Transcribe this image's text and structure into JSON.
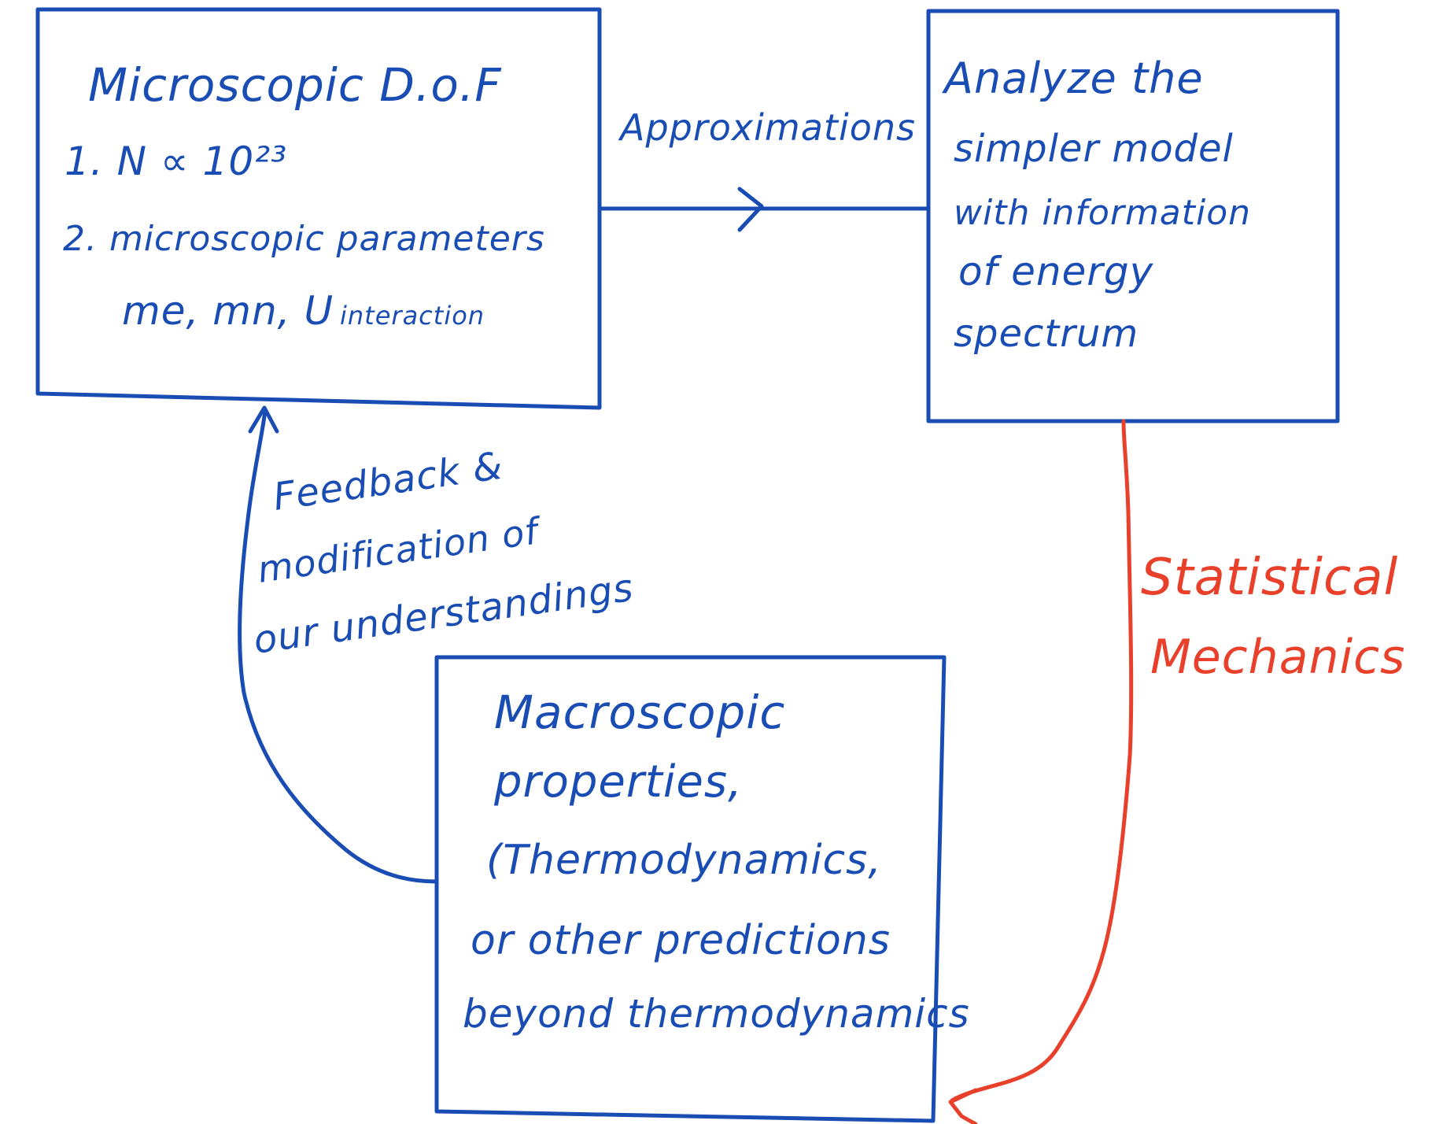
{
  "colors": {
    "ink_blue": "#1a4db3",
    "ink_red": "#e8402a",
    "background": "#ffffff"
  },
  "nodes": {
    "microscopic": {
      "title": "Microscopic D.o.F",
      "lines": [
        "1. N ∝ 10²³",
        "2. microscopic parameters",
        "me, mn, U",
        "interaction"
      ]
    },
    "simpler_model": {
      "lines": [
        "Analyze the",
        "simpler model",
        "with information",
        "of energy",
        "spectrum"
      ]
    },
    "macroscopic": {
      "lines": [
        "Macroscopic",
        "properties,",
        "(Thermodynamics,",
        "or other predictions",
        "beyond thermodynamics"
      ]
    }
  },
  "edges": {
    "approximations": {
      "label": "Approximations",
      "color": "#1a4db3"
    },
    "statistical_mechanics": {
      "label_lines": [
        "Statistical",
        "Mechanics"
      ],
      "color": "#e8402a"
    },
    "feedback": {
      "label_lines": [
        "Feedback &",
        "modification of",
        "our understandings"
      ],
      "color": "#1a4db3"
    }
  }
}
